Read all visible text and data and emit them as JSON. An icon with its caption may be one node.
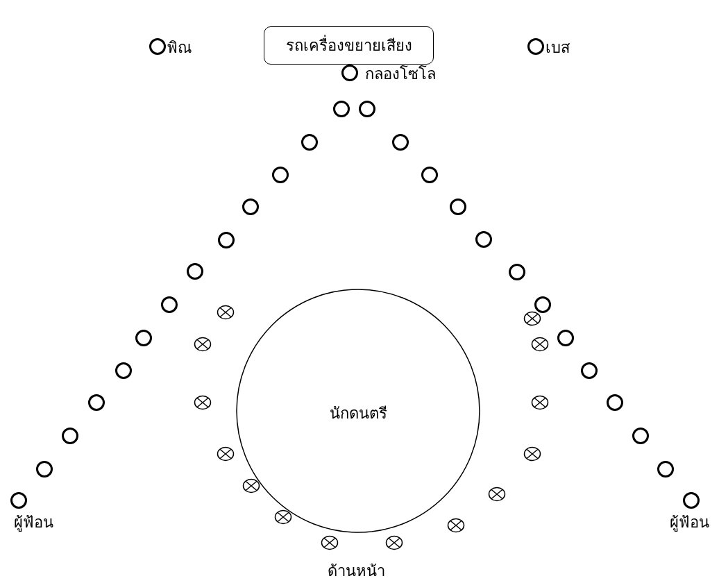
{
  "diagram": {
    "nodes": [
      {
        "text": [
          "รถเครื่องขยายเสียง"
        ]
      },
      {
        "text": [],
        "shape": "circle",
        "beside": [
          "พิณ"
        ]
      },
      {
        "text": [],
        "shape": "circle",
        "beside": [
          "เบส"
        ]
      },
      {
        "text": [],
        "shape": "circle",
        "beside": [
          "กลองโซโล"
        ]
      },
      {
        "text": [],
        "shape": "circle"
      },
      {
        "text": [],
        "shape": "circle"
      },
      {
        "text": [],
        "shape": "circle"
      },
      {
        "text": [],
        "shape": "circle"
      },
      {
        "text": [],
        "shape": "circle"
      },
      {
        "text": [],
        "shape": "circle"
      },
      {
        "text": [],
        "shape": "circle"
      },
      {
        "text": [],
        "shape": "circle"
      },
      {
        "text": [],
        "shape": "circle"
      },
      {
        "text": [],
        "shape": "circle"
      },
      {
        "text": [],
        "shape": "circle"
      },
      {
        "text": [],
        "shape": "circle"
      },
      {
        "text": [],
        "shape": "circle"
      },
      {
        "text": [],
        "shape": "circle"
      },
      {
        "text": [],
        "shape": "circle"
      },
      {
        "text": [],
        "shape": "circle"
      },
      {
        "text": [],
        "shape": "circle"
      },
      {
        "text": [],
        "shape": "circle"
      },
      {
        "text": [],
        "shape": "circle"
      },
      {
        "text": [],
        "shape": "circle"
      },
      {
        "text": [],
        "shape": "circle"
      },
      {
        "text": [],
        "shape": "circle"
      },
      {
        "text": [],
        "shape": "circle"
      },
      {
        "text": [],
        "shape": "circle"
      },
      {
        "text": [],
        "shape": "circle"
      },
      {
        "text": [],
        "shape": "circle"
      },
      {
        "text": [],
        "shape": "circle"
      },
      {
        "text": [],
        "shape": "circle"
      },
      {
        "text": [],
        "shape": "circle"
      },
      {
        "text": [],
        "shape": "circle"
      },
      {
        "text": [],
        "shape": "circle"
      },
      {
        "text": [],
        "shape": "circle"
      },
      {
        "text": [],
        "shape": "circle"
      },
      {
        "text": [],
        "shape": "circle"
      },
      {
        "text": [],
        "shape": "circle"
      },
      {
        "text": [],
        "shape": "circle"
      },
      {
        "text": [],
        "shape": "circle"
      },
      {
        "text": [],
        "shape": "circle"
      },
      {
        "text": [],
        "shape": "circle"
      },
      {
        "text": [],
        "shape": "circle"
      },
      {
        "text": [
          "นักดนตรี"
        ]
      }
    ],
    "labels": [
      "ผู้ฟ้อน",
      "ผู้ฟ้อน",
      "ด้านหน้า"
    ]
  }
}
